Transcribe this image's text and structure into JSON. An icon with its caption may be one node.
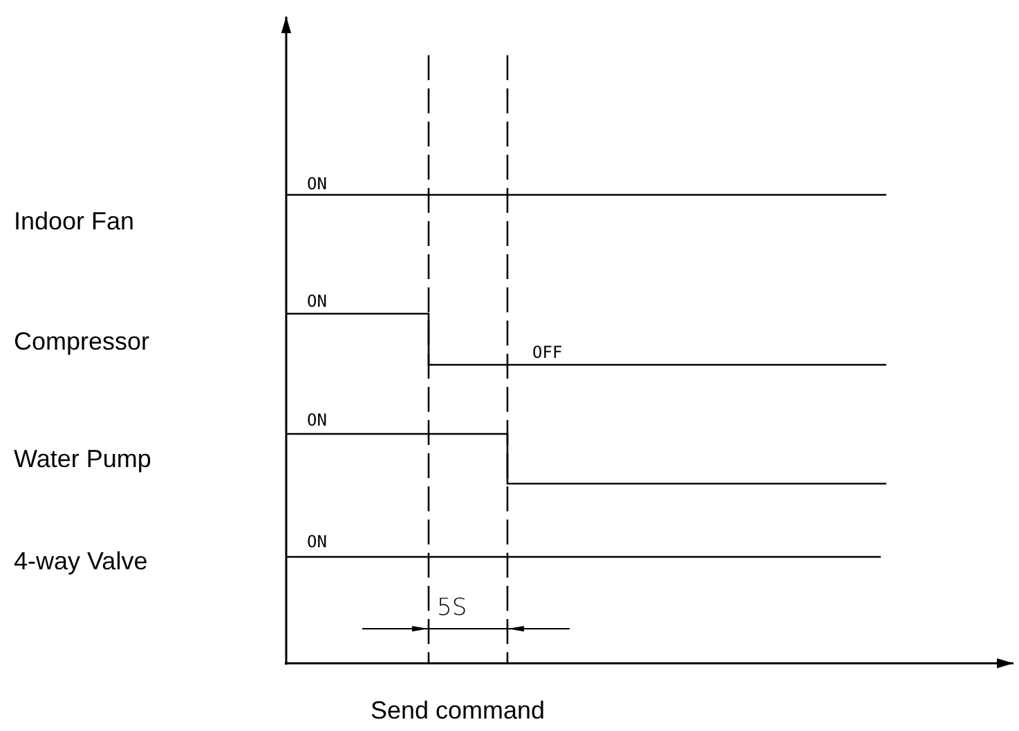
{
  "diagram": {
    "labels": [
      "ON",
      "Indoor Fan",
      "ON",
      "Compressor",
      "OFF",
      "ON",
      "Water Pump",
      "ON",
      "4-way Valve",
      "5S",
      "Send command"
    ]
  }
}
